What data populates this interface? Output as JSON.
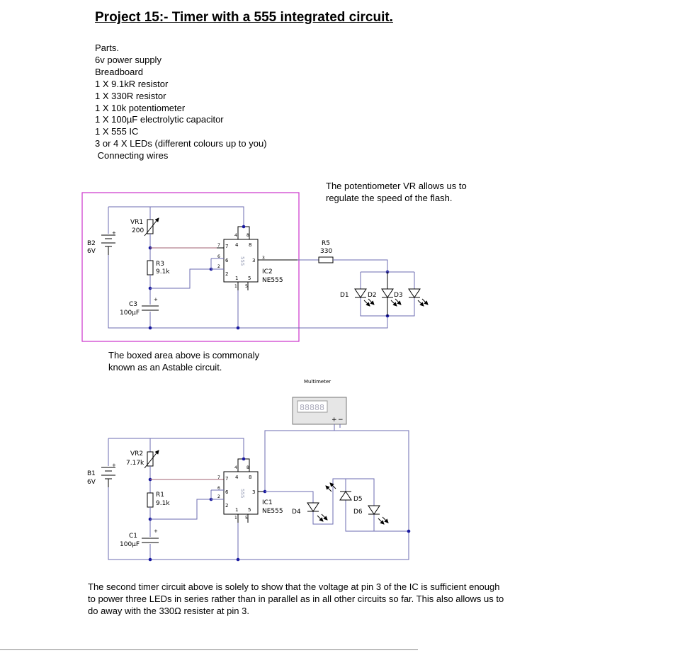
{
  "title": "Project 15:- Timer with a 555 integrated circuit.",
  "parts": {
    "heading": "Parts.",
    "items": [
      "6v power supply",
      "Breadboard",
      "1 X 9.1kR resistor",
      "1 X 330R resistor",
      "1 X 10k potentiometer",
      "1 X 100µF electrolytic capacitor",
      "1 X 555 IC",
      "3 or 4 X LEDs (different colours up to you)",
      " Connecting wires"
    ]
  },
  "notes": {
    "pot_line1": "The potentiometer VR allows us to",
    "pot_line2": "regulate the speed of the flash.",
    "box_line1": "The boxed area above is commonaly",
    "box_line2": "known as an Astable circuit.",
    "second_line1": "The second timer circuit above is solely to show that the voltage at pin 3 of the IC is sufficient enough",
    "second_line2": "to power three LEDs in series rather than in parallel as in all other circuits so far. This also allows us to",
    "second_line3": "do away with the 330Ω resister at pin 3."
  },
  "circuit1": {
    "battery_name": "B2",
    "battery_value": "6V",
    "pot_name": "VR1",
    "pot_value": "200",
    "r_name": "R3",
    "r_value": "9.1k",
    "c_name": "C3",
    "c_value": "100µF",
    "ic_name": "IC2",
    "ic_type": "NE555",
    "ic_body": "555",
    "r_out_name": "R5",
    "r_out_value": "330",
    "led1": "D1",
    "led2": "D2",
    "led3": "D3",
    "box_color": "#cc33cc"
  },
  "circuit2": {
    "meter_label": "Multimeter",
    "meter_display": "88888",
    "meter_plus": "+",
    "meter_minus": "−",
    "battery_name": "B1",
    "battery_value": "6V",
    "pot_name": "VR2",
    "pot_value": "7.17k",
    "r_name": "R1",
    "r_value": "9.1k",
    "c_name": "C1",
    "c_value": "100µF",
    "ic_name": "IC1",
    "ic_type": "NE555",
    "ic_body": "555",
    "led1": "D4",
    "led2": "D5",
    "led3": "D6"
  },
  "pins": {
    "p1": "1",
    "p2": "2",
    "p3": "3",
    "p4": "4",
    "p5": "5",
    "p6": "6",
    "p7": "7",
    "p8": "8"
  },
  "plus_sign": "+"
}
